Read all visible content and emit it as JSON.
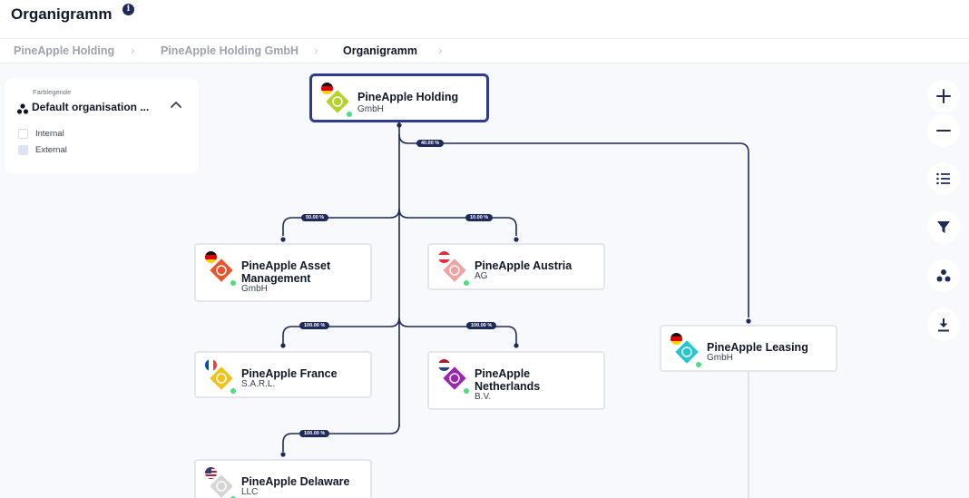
{
  "header": {
    "title": "Organigramm",
    "info_icon": "info-icon"
  },
  "breadcrumb": [
    "PineApple Holding",
    "PineApple Holding GmbH",
    "Organigramm"
  ],
  "legend": {
    "caption": "Farblegende",
    "selected": "Default organisation ...",
    "items": [
      {
        "label": "Internal",
        "color": "#ffffff"
      },
      {
        "label": "External",
        "color": "#dde3f0"
      }
    ]
  },
  "nodes": {
    "holding": {
      "name": "PineApple Holding",
      "type": "GmbH",
      "flag": "de",
      "logo_color": "#b5d22b"
    },
    "asset": {
      "name": "PineApple Asset Management",
      "type": "GmbH",
      "flag": "de",
      "logo_color": "#e8552c"
    },
    "austria": {
      "name": "PineApple Austria",
      "type": "AG",
      "flag": "at",
      "logo_color": "#f1a3a3"
    },
    "france": {
      "name": "PineApple France",
      "type": "S.A.R.L.",
      "flag": "fr",
      "logo_color": "#f2c21b"
    },
    "netherlands": {
      "name": "PineApple Netherlands",
      "type": "B.V.",
      "flag": "nl",
      "logo_color": "#9b27b0"
    },
    "leasing": {
      "name": "PineApple Leasing",
      "type": "GmbH",
      "flag": "de",
      "logo_color": "#22c7cf"
    },
    "delaware": {
      "name": "PineApple Delaware",
      "type": "LLC",
      "flag": "us",
      "logo_color": "#d5d5d5"
    }
  },
  "ownership": {
    "leasing": "40.00 %",
    "asset": "50.00 %",
    "austria": "10.00 %",
    "france": "100.00 %",
    "netherlands": "100.00 %",
    "delaware": "100.00 %"
  },
  "toolbar": [
    "zoom-in-icon",
    "zoom-out-icon",
    "list-view-icon",
    "filter-icon",
    "color-legend-icon",
    "download-icon"
  ],
  "colors": {
    "accent": "#2f3b8f",
    "edge": "#1e2a5a",
    "status_ok": "#4ade80"
  }
}
